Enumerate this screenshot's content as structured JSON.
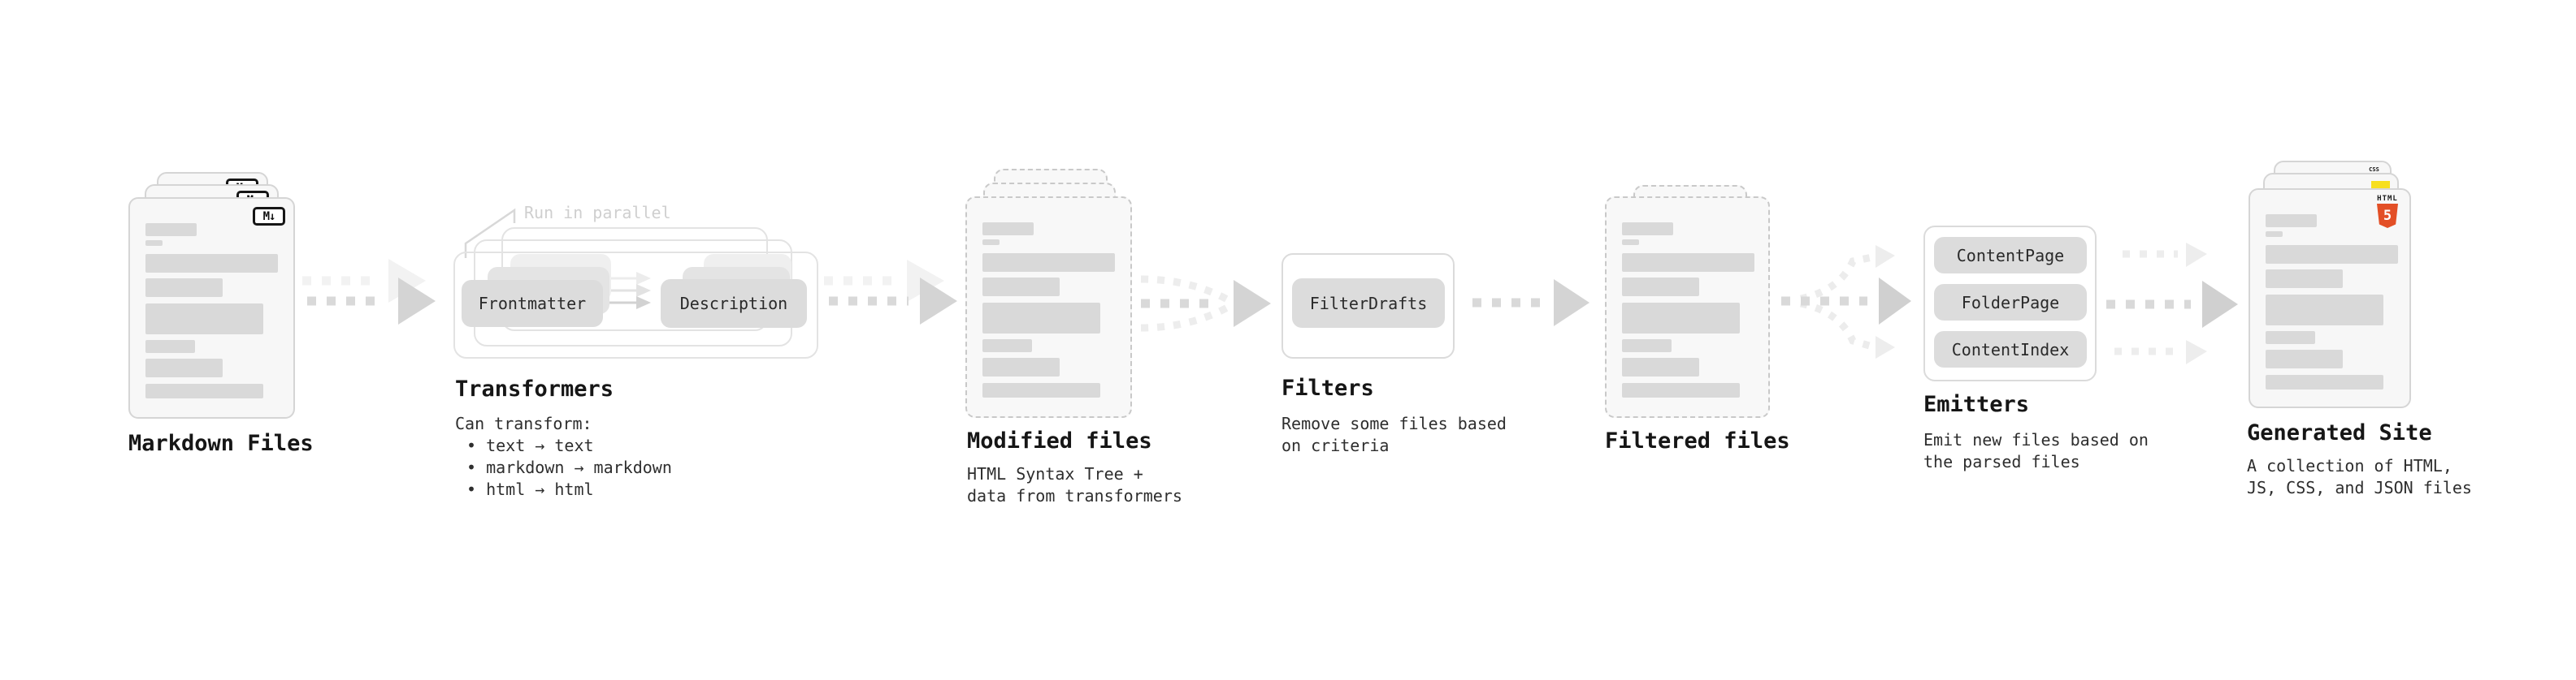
{
  "stages": {
    "markdown_files": {
      "label": "Markdown Files",
      "badge": "M↓"
    },
    "transformers": {
      "label": "Transformers",
      "annotation": "Run in parallel",
      "chips": [
        "Frontmatter",
        "Description"
      ],
      "intro": "Can transform:",
      "bullets": [
        "• text → text",
        "• markdown → markdown",
        "• html → html"
      ]
    },
    "modified_files": {
      "label": "Modified files",
      "description": "HTML Syntax Tree +\ndata from transformers"
    },
    "filters": {
      "label": "Filters",
      "chips": [
        "FilterDrafts"
      ],
      "description": "Remove some files based\non criteria"
    },
    "filtered_files": {
      "label": "Filtered files"
    },
    "emitters": {
      "label": "Emitters",
      "chips": [
        "ContentPage",
        "FolderPage",
        "ContentIndex"
      ],
      "description": "Emit new files based on\nthe parsed files"
    },
    "generated_site": {
      "label": "Generated Site",
      "description": "A collection of HTML,\nJS, CSS, and JSON files",
      "badges": {
        "html_word": "HTML",
        "html_number": "5",
        "css_word": "CSS"
      }
    }
  },
  "colors": {
    "html5_orange": "#e34f26",
    "js_yellow": "#f7df1e",
    "css_blue": "#2760e5",
    "markdown_black": "#161616",
    "arrow_gray": "#d9d9d9",
    "arrow_ghost": "#f2f2f2",
    "annotation_gray": "#cfcfcf",
    "text_dark": "#161616"
  }
}
